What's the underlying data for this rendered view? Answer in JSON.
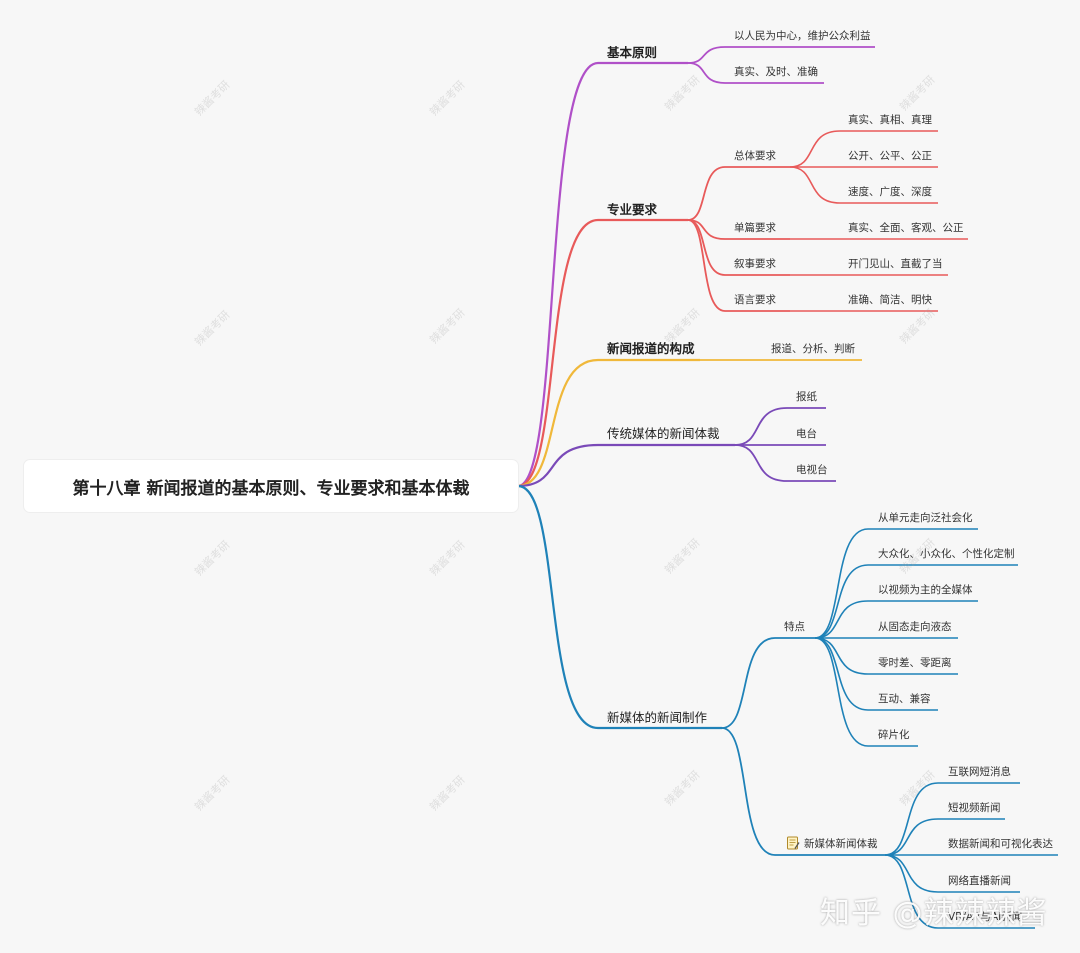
{
  "root": "第十八章 新闻报道的基本原则、专业要求和基本体裁",
  "colors": {
    "purple": "#b050c8",
    "red": "#e85a5a",
    "yellow": "#f0b83a",
    "violet": "#7a4ab8",
    "blue": "#1f82b8"
  },
  "branches": {
    "basic": {
      "label": "基本原则",
      "items": [
        "以人民为中心，维护公众利益",
        "真实、及时、准确"
      ]
    },
    "pro": {
      "label": "专业要求",
      "overall": {
        "label": "总体要求",
        "items": [
          "真实、真相、真理",
          "公开、公平、公正",
          "速度、广度、深度"
        ]
      },
      "single": {
        "label": "单篇要求",
        "item": "真实、全面、客观、公正"
      },
      "narrative": {
        "label": "叙事要求",
        "item": "开门见山、直截了当"
      },
      "language": {
        "label": "语言要求",
        "item": "准确、简洁、明快"
      }
    },
    "composition": {
      "label": "新闻报道的构成",
      "item": "报道、分析、判断"
    },
    "traditional": {
      "label": "传统媒体的新闻体裁",
      "items": [
        "报纸",
        "电台",
        "电视台"
      ]
    },
    "newmedia": {
      "label": "新媒体的新闻制作",
      "features": {
        "label": "特点",
        "items": [
          "从单元走向泛社会化",
          "大众化、小众化、个性化定制",
          "以视频为主的全媒体",
          "从固态走向液态",
          "零时差、零距离",
          "互动、兼容",
          "碎片化"
        ]
      },
      "genres": {
        "label": "新媒体新闻体裁",
        "items": [
          "互联网短消息",
          "短视频新闻",
          "数据新闻和可视化表达",
          "网络直播新闻",
          "VR/AR与AI新闻"
        ]
      }
    }
  },
  "watermark": {
    "text": "辣酱考研",
    "zhihu": "知乎 @辣辣辣酱"
  }
}
